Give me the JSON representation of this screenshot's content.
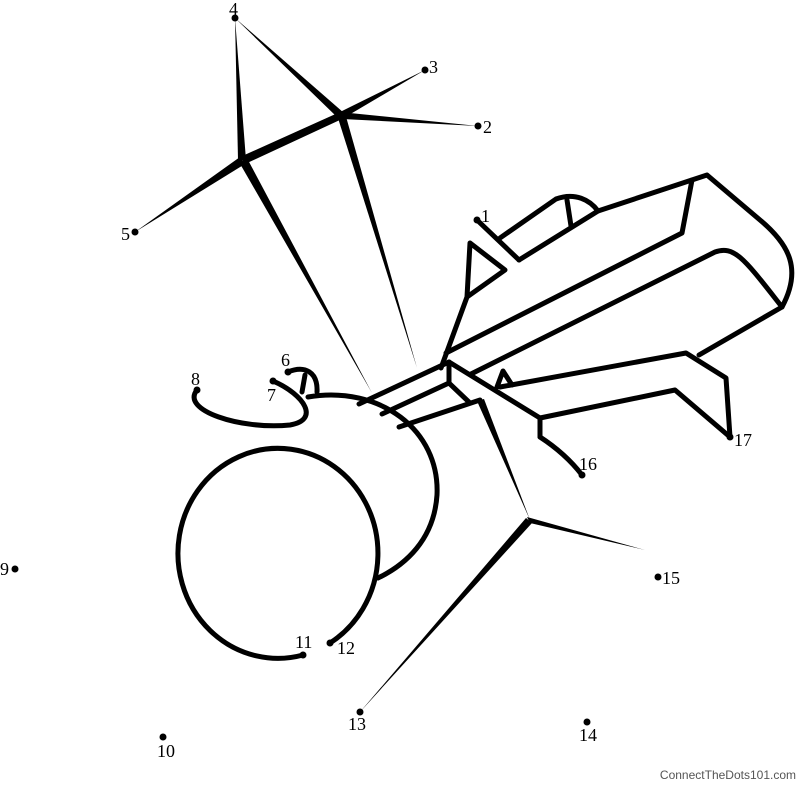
{
  "title": "Spaceship connect the dots",
  "colors": {
    "ink": "#000000",
    "watermark": "#555555"
  },
  "dots": [
    {
      "label": "1"
    },
    {
      "label": "2"
    },
    {
      "label": "3"
    },
    {
      "label": "4"
    },
    {
      "label": "5"
    },
    {
      "label": "6"
    },
    {
      "label": "7"
    },
    {
      "label": "8"
    },
    {
      "label": "9"
    },
    {
      "label": "10"
    },
    {
      "label": "11"
    },
    {
      "label": "12"
    },
    {
      "label": "13"
    },
    {
      "label": "14"
    },
    {
      "label": "15"
    },
    {
      "label": "16"
    },
    {
      "label": "17"
    }
  ],
  "watermark": "ConnectTheDots101.com"
}
